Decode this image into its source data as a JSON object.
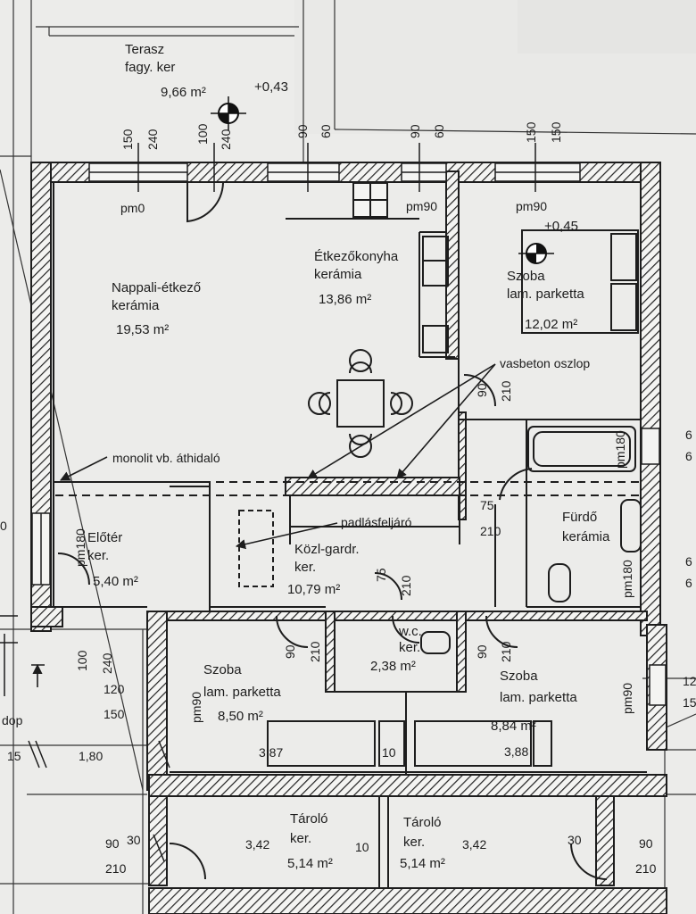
{
  "rooms": {
    "terasz": {
      "name": "Terasz",
      "material": "fagy. ker",
      "area": "9,66 m²",
      "level": "+0,43"
    },
    "nappali": {
      "name": "Nappali-étkező",
      "material": "kerámia",
      "area": "19,53 m²"
    },
    "konyha": {
      "name": "Étkezőkonyha",
      "material": "kerámia",
      "area": "13,86 m²"
    },
    "szoba1": {
      "name": "Szoba",
      "material": "lam. parketta",
      "area": "12,02 m²",
      "level": "+0,45"
    },
    "eloter": {
      "name": "Előtér",
      "material": "ker.",
      "area": "5,40 m²"
    },
    "kozl": {
      "name": "Közl-gardr.",
      "material": "ker.",
      "area": "10,79 m²"
    },
    "furdo": {
      "name": "Fürdő",
      "material": "kerámia"
    },
    "wc": {
      "name": "w.c.",
      "material": "ker.",
      "area": "2,38 m²"
    },
    "szoba2": {
      "name": "Szoba",
      "material": "lam. parketta",
      "area": "8,50 m²"
    },
    "szoba3": {
      "name": "Szoba",
      "material": "lam. parketta",
      "area": "8,84 m²"
    },
    "tarolo1": {
      "name": "Tároló",
      "material": "ker.",
      "area": "5,14 m²"
    },
    "tarolo2": {
      "name": "Tároló",
      "material": "ker.",
      "area": "5,14 m²"
    }
  },
  "annotations": {
    "vasbeton": "vasbeton oszlop",
    "monolit": "monolit vb. áthidaló",
    "padlas": "padlásfeljáró",
    "dop": "dop"
  },
  "marks": {
    "pm0": "pm0",
    "pm90": "pm90",
    "pm180": "pm180"
  },
  "dims": {
    "d150": "150",
    "d240": "240",
    "d100": "100",
    "d90": "90",
    "d60": "60",
    "d210": "210",
    "d120": "120",
    "d75": "75",
    "d30": "30",
    "d10": "10",
    "d15": "15",
    "d180": "1,80",
    "d387": "3,87",
    "d388": "3,88",
    "d342": "3,42",
    "edge6": "6",
    "edge12": "12",
    "edge15": "15",
    "edge0": "0"
  }
}
